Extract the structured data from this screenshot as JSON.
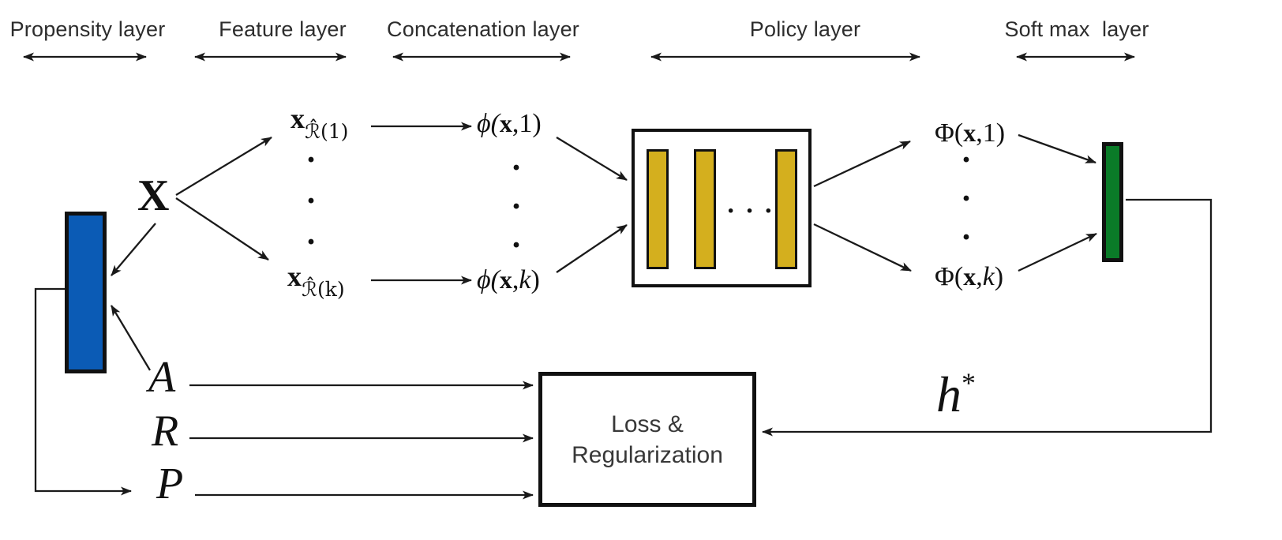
{
  "title_row": {
    "layers": [
      {
        "label": "Propensity layer"
      },
      {
        "label": "Feature layer"
      },
      {
        "label": "Concatenation layer"
      },
      {
        "label": "Policy layer"
      },
      {
        "label": "Soft max  layer"
      }
    ]
  },
  "nodes": {
    "input": {
      "label": "X"
    },
    "feature_top": {
      "base": "x",
      "sub": "ℛ̂(1)"
    },
    "feature_bottom": {
      "base": "x",
      "sub": "ℛ̂(k)"
    },
    "concat_top": {
      "pre": "ϕ(",
      "x": "x",
      "sep": ",",
      "idx": "1",
      "close": ")"
    },
    "concat_bottom": {
      "pre": "ϕ(",
      "x": "x",
      "sep": ",",
      "idx": "k",
      "close": ")"
    },
    "policy_out_top": {
      "pre": "Φ(",
      "x": "x",
      "sep": ",",
      "idx": "1",
      "close": ")"
    },
    "policy_out_bottom": {
      "pre": "Φ(",
      "x": "x",
      "sep": ",",
      "idx": "k",
      "close": ")"
    },
    "action": {
      "label": "A"
    },
    "reward": {
      "label": "R"
    },
    "propensity": {
      "label": "P"
    },
    "policy_output": {
      "base": "h",
      "sup": "*"
    },
    "loss_box": {
      "line1": "Loss &",
      "line2": "Regularization"
    }
  },
  "misc": {
    "vdot": "·",
    "hdots": "· · ·"
  },
  "colors": {
    "propensity_fill": "#0b5bb5",
    "policy_bar_fill": "#d4af1e",
    "softmax_fill": "#0a7b28",
    "line": "#1a1a1a"
  }
}
